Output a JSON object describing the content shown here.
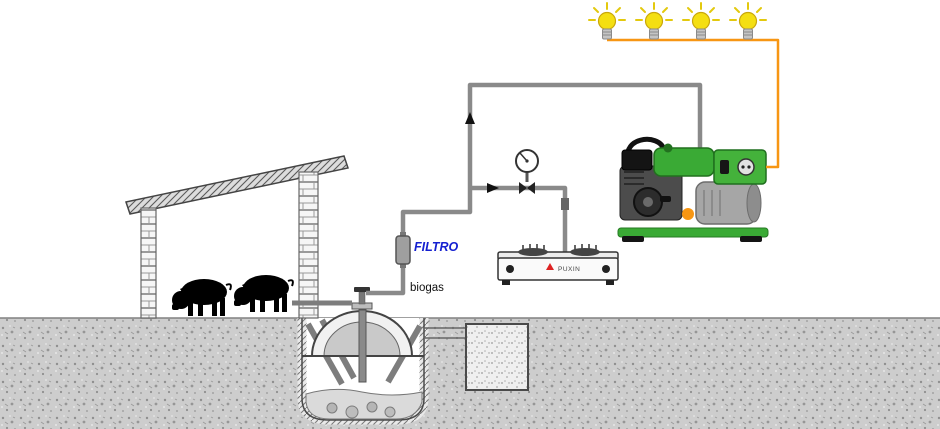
{
  "labels": {
    "filter": "FILTRO",
    "gas": "biogas",
    "stove_brand": "PUXIN"
  },
  "colors": {
    "pipe_gray": "#8a8a8a",
    "wire_orange": "#f79613",
    "bulb_yellow": "#f4df12",
    "generator_green": "#3aaa35",
    "generator_panel_green": "#44b23b",
    "label_blue": "#1520d0",
    "ground_gray": "#cdcdcd"
  },
  "components": [
    "pig-shed",
    "pigs",
    "underground-biodigester",
    "effluent-tank",
    "biogas-valve",
    "gas-filter",
    "pressure-gauge",
    "shutoff-valve",
    "flow-arrows",
    "gas-stove",
    "electric-generator",
    "power-wire",
    "light-bulbs"
  ]
}
